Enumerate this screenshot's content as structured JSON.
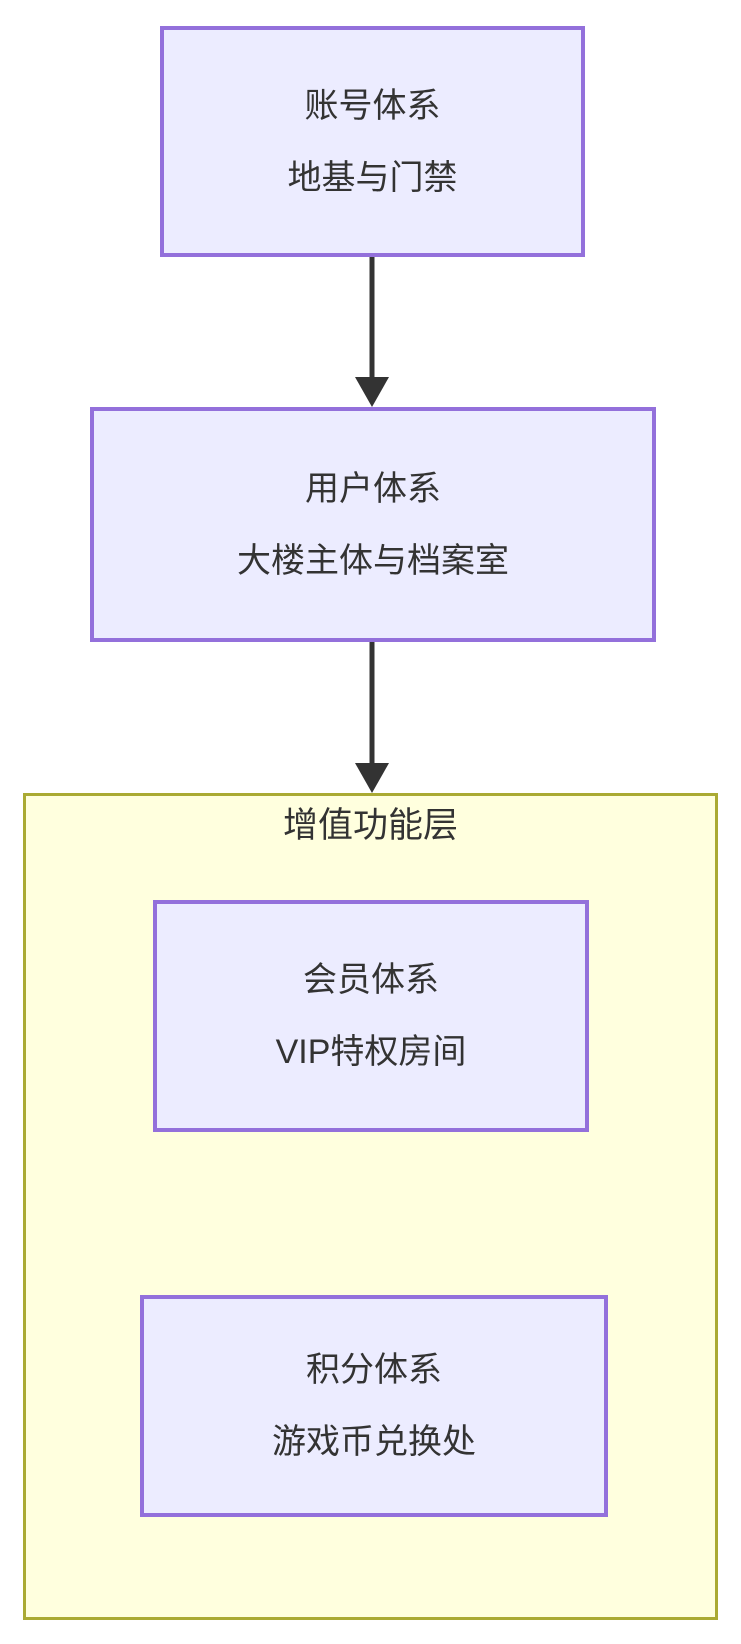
{
  "diagram": {
    "type": "flowchart-top-down",
    "colors": {
      "background": "#ffffff",
      "node_fill": "#ECECFF",
      "node_border": "#9370DB",
      "cluster_fill": "#FFFFDE",
      "cluster_border": "#AAAA33",
      "arrow": "#333333",
      "text": "#333333"
    },
    "nodes": [
      {
        "id": "account",
        "line1": "账号体系",
        "line2": "地基与门禁"
      },
      {
        "id": "user",
        "line1": "用户体系",
        "line2": "大楼主体与档案室"
      },
      {
        "id": "member",
        "line1": "会员体系",
        "line2": "VIP特权房间"
      },
      {
        "id": "points",
        "line1": "积分体系",
        "line2": "游戏币兑换处"
      }
    ],
    "cluster": {
      "id": "value-added-layer",
      "label": "增值功能层",
      "contains": [
        "member",
        "points"
      ]
    },
    "edges": [
      {
        "from": "account",
        "to": "user"
      },
      {
        "from": "user",
        "to": "value-added-layer"
      }
    ]
  }
}
